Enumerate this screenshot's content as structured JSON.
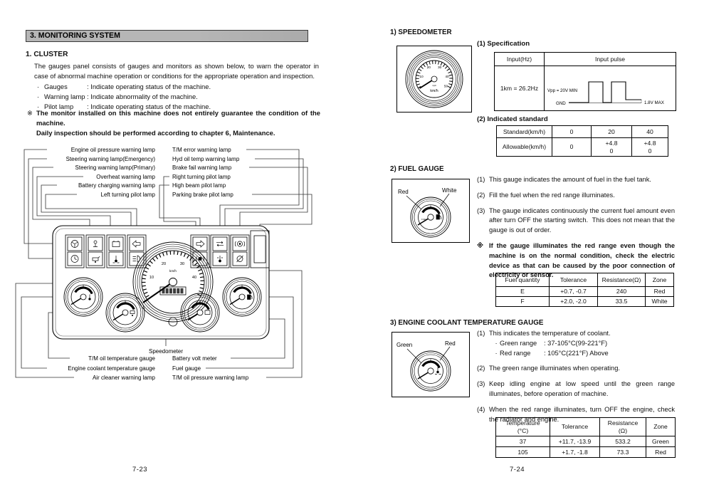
{
  "left_page": {
    "header_bar": "3. MONITORING SYSTEM",
    "section_title": "1. CLUSTER",
    "intro": "The gauges panel consists of gauges and monitors as shown below, to warn the operator in case of abnormal machine operation or conditions for the appropriate operation and inspection.",
    "bullet_marker": "·",
    "bullets": [
      {
        "term": "Gauges",
        "desc": ": Indicate operating status of the machine."
      },
      {
        "term": "Warning lamp",
        "desc": ": Indicate abnormality of the machine."
      },
      {
        "term": "Pilot lamp",
        "desc": ": Indicate operating status of the machine."
      }
    ],
    "note_marker": "※",
    "note_text": "The monitor installed on this machine does not entirely guarantee the condition of the machine.",
    "note_text2": "Daily inspection should be performed according to chapter 6, Maintenance.",
    "diagram": {
      "top_left_labels": [
        "Engine oil pressure warning lamp",
        "Steering warning lamp(Emergency)",
        "Steering warning lamp(Primary)",
        "Overheat warning lamp",
        "Battery charging warning lamp",
        "Left turning pilot lamp"
      ],
      "top_right_labels": [
        "T/M error warning lamp",
        "Hyd oil temp warning lamp",
        "Brake fail warning lamp",
        "Right turning pilot lamp",
        "High beam pilot lamp",
        "Parking brake pilot lamp"
      ],
      "bottom_center_label": "Speedometer",
      "bottom_left_labels": [
        "T/M oil temperature gauge",
        "Engine coolant temperature gauge",
        "Air cleaner warning lamp"
      ],
      "bottom_right_labels": [
        "Battery volt meter",
        "Fuel gauge",
        "T/M oil pressure warning lamp"
      ],
      "speedometer": {
        "numbers": [
          "10",
          "20",
          "30",
          "40"
        ],
        "unit": "km/h"
      },
      "lamp_icons": [
        "steering-wheel-icon",
        "steering-clock-icon",
        "engine-oil-pressure-icon",
        "oil-can-icon",
        "battery-icon",
        "coolant-temp-icon",
        "left-turn-arrow-icon",
        "high-beam-icon",
        "right-turn-arrow-icon",
        "tm-oil-pressure-icon",
        "tm-error-icon",
        "hyd-oil-temp-icon",
        "brake-fail-icon",
        "parking-brake-icon"
      ]
    },
    "page_number": "7-23"
  },
  "right_page": {
    "speedometer": {
      "heading": "1) SPEEDOMETER",
      "figure": {
        "numbers": [
          "10",
          "20",
          "30",
          "40",
          "50"
        ],
        "unit": "km/h",
        "unit2": "mph"
      },
      "spec": {
        "heading": "(1) Specification",
        "headers": [
          "Input(Hz)",
          "Input pulse"
        ],
        "input_value": "1km = 26.2Hz",
        "waveform": {
          "vpp": "Vpp = 20V MIN",
          "gnd": "GND",
          "max": "1.8V MAX"
        }
      },
      "standard": {
        "heading": "(2) Indicated standard",
        "rows": [
          [
            "Standard(km/h)",
            "0",
            "20",
            "40"
          ],
          [
            "Allowable(km/h)",
            "0",
            "+4.8\n0",
            "+4.8\n0"
          ]
        ]
      }
    },
    "fuel": {
      "heading": "2) FUEL GAUGE",
      "figure": {
        "left_label": "Red",
        "right_label": "White",
        "dial_text": "FUEL"
      },
      "items": [
        {
          "num": "(1)",
          "text": "This gauge indicates the amount of fuel in the fuel tank."
        },
        {
          "num": "(2)",
          "text": "Fill the fuel when the red range illuminates."
        },
        {
          "num": "(3)",
          "text": "The gauge indicates continuously the current fuel amount even after turn OFF the starting switch.  This does not mean that the gauge is out of order."
        },
        {
          "num": "※",
          "text": "If the gauge illuminates the red range even though the machine is on the normal condition, check the electric device as that can be caused by the poor connection of electricity or sensor."
        }
      ],
      "table": {
        "headers": [
          "Fuel quantity",
          "Tolerance",
          "Resistance(Ω)",
          "Zone"
        ],
        "rows": [
          [
            "E",
            "+0.7, -0.7",
            "240",
            "Red"
          ],
          [
            "F",
            "+2.0, -2.0",
            "33.5",
            "White"
          ]
        ]
      }
    },
    "coolant": {
      "heading": "3) ENGINE COOLANT TEMPERATURE GAUGE",
      "figure": {
        "left_label": "Green",
        "right_label": "Red"
      },
      "item1": {
        "num": "(1)",
        "text": "This indicates the temperature of coolant."
      },
      "sub_marker": "·",
      "subs": [
        {
          "term": "Green range",
          "value": ": 37-105°C(99-221°F)"
        },
        {
          "term": "Red range",
          "value": ": 105°C(221°F) Above"
        }
      ],
      "items": [
        {
          "num": "(2)",
          "text": "The green range illuminates when operating."
        },
        {
          "num": "(3)",
          "text": "Keep idling engine at low speed until the green range illuminates, before operation of machine."
        },
        {
          "num": "(4)",
          "text": "When the red range illuminates, turn OFF the engine, check the radiator and engine."
        }
      ],
      "table": {
        "headers": [
          "Temperature\n(°C)",
          "Tolerance",
          "Resistance\n(Ω)",
          "Zone"
        ],
        "rows": [
          [
            "37",
            "+11.7, -13.9",
            "533.2",
            "Green"
          ],
          [
            "105",
            "+1.7, -1.8",
            "73.3",
            "Red"
          ]
        ]
      }
    },
    "page_number": "7-24"
  }
}
